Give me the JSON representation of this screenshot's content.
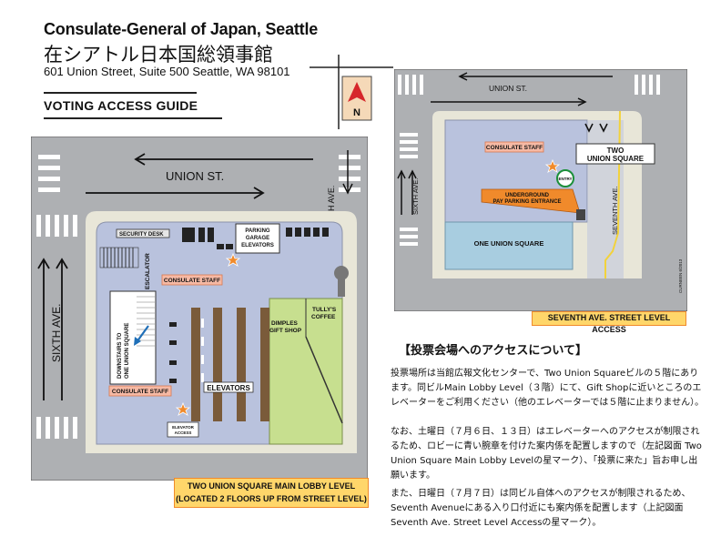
{
  "header": {
    "title": "Consulate-General of Japan, Seattle",
    "title_jp": "在シアトル日本国総領事館",
    "address": "601 Union Street, Suite 500 Seattle, WA 98101",
    "guide": "VOTING ACCESS GUIDE"
  },
  "compass": {
    "label": "N"
  },
  "lobby_map": {
    "union_st": "UNION ST.",
    "seventh_ave": "SEVENTH AVE.",
    "sixth_ave": "SIXTH AVE.",
    "security_desk": "SECURITY DESK",
    "parking_line1": "PARKING",
    "parking_line2": "GARAGE",
    "parking_line3": "ELEVATORS",
    "escalator": "ESCALATOR",
    "consulate_staff_1": "CONSULATE STAFF",
    "consulate_staff_2": "CONSULATE STAFF",
    "downstairs_line1": "DOWNSTAIRS TO",
    "downstairs_line2": "ONE UNION SQUARE",
    "elevators": "ELEVATORS",
    "elevator_access_line1": "ELEVATOR",
    "elevator_access_line2": "ACCESS",
    "dimples_line1": "DIMPLES",
    "dimples_line2": "GIFT SHOP",
    "tullys_line1": "TULLY'S",
    "tullys_line2": "COFFEE",
    "caption_line1": "TWO UNION SQUARE MAIN LOBBY LEVEL",
    "caption_line2": "(LOCATED 2 FLOORS UP FROM STREET LEVEL)"
  },
  "street_map": {
    "union_st": "UNION ST.",
    "sixth_ave": "SIXTH AVE.",
    "seventh_ave": "SEVENTH AVE.",
    "consulate_staff": "CONSULATE STAFF",
    "two_union_line1": "TWO",
    "two_union_line2": "UNION SQUARE",
    "entry": "ENTRY",
    "parking_line1": "UNDERGROUND",
    "parking_line2": "PAY PARKING ENTRANCE",
    "one_union": "ONE UNION SQUARE",
    "credit": "CURNEEN 6/2013",
    "caption": "SEVENTH AVE. STREET LEVEL ACCESS"
  },
  "info": {
    "heading": "【投票会場へのアクセスについて】",
    "p1": "投票場所は当館広報文化センターで、Two Union Squareビルの５階にあります。同ビルMain Lobby Level（３階）にて、Gift Shopに近いところのエレベーターをご利用ください（他のエレベーターでは５階に止まりません）。",
    "p2": "なお、土曜日（７月６日、１３日）はエレベーターへのアクセスが制限されるため、ロビーに青い腕章を付けた案内係を配置しますので（左記図面 Two Union Square Main Lobby Levelの星マーク）、「投票に来た」旨お申し出願います。",
    "p3": "また、日曜日（７月７日）は同ビル自体へのアクセスが制限されるため、Seventh Avenueにある入り口付近にも案内係を配置します（上記図面 Seventh Ave. Street Level Accessの星マーク）。"
  },
  "colors": {
    "street": "#aeb0b3",
    "sidewalk": "#e8e6d8",
    "lobby": "#b9c2dd",
    "shop": "#c7df8f",
    "elevator_bar": "#7a5b3a",
    "staff_label": "#f6b9a4",
    "star": "#f08a2b",
    "caption_bg": "#ffd66a",
    "caption_border": "#f08a2b",
    "one_union": "#a8cde0",
    "compass_bg": "#f5d9b8",
    "compass_arrow": "#d6262b"
  }
}
